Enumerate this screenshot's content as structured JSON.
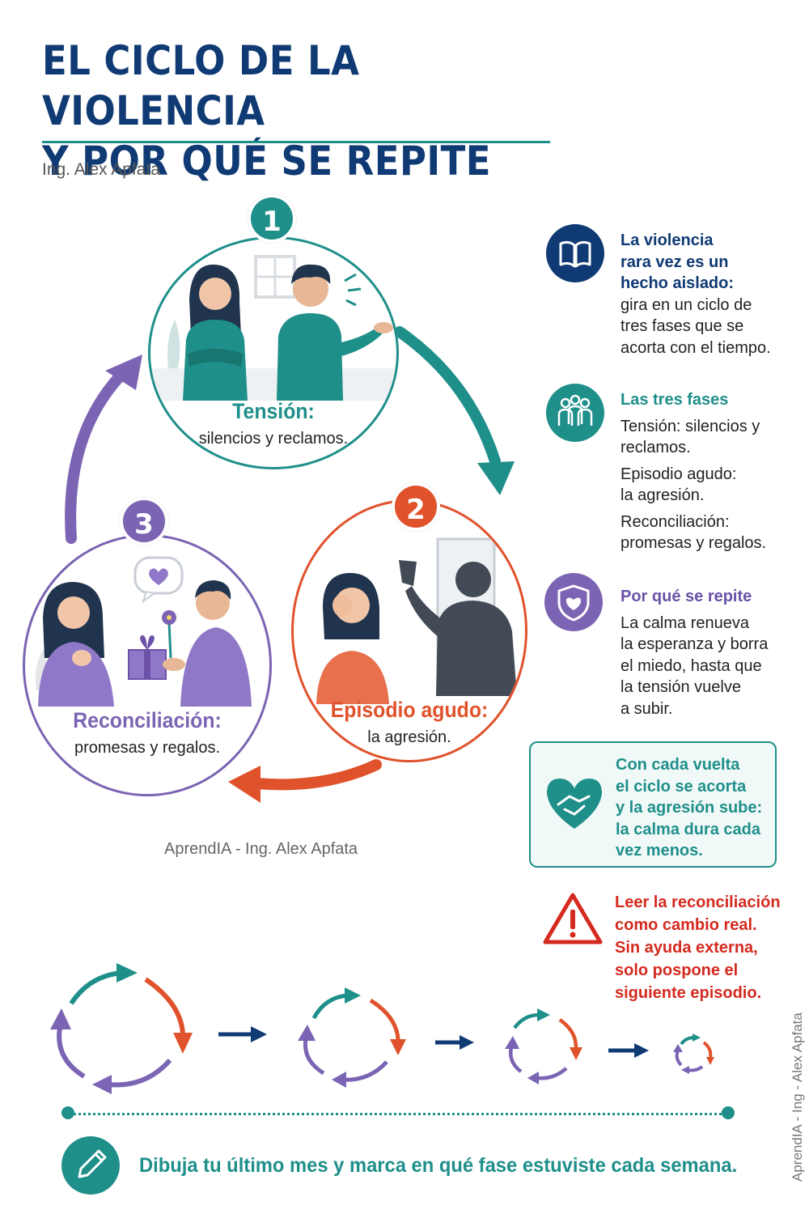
{
  "title_lines": [
    "EL CICLO DE LA VIOLENCIA",
    "Y POR QUÉ SE REPITE"
  ],
  "author": "Ing. Alex Apfata",
  "phases": [
    {
      "number": "1",
      "name": "Tensión:",
      "desc": "silencios y reclamos."
    },
    {
      "number": "2",
      "name": "Episodio agudo:",
      "desc": "la agresión."
    },
    {
      "number": "3",
      "name": "Reconciliación:",
      "desc": "promesas y regalos."
    }
  ],
  "info": [
    {
      "icon": "book-icon",
      "head_lines": [
        "La violencia",
        "rara vez es un",
        "hecho aislado:"
      ],
      "body_lines": [
        "gira en un ciclo de",
        "tres fases que se",
        "acorta con el tiempo."
      ]
    },
    {
      "icon": "people-icon",
      "head_lines": [
        "Las tres fases"
      ],
      "paragraphs": [
        [
          "Tensión: silencios y",
          "reclamos."
        ],
        [
          "Episodio agudo:",
          "la agresión."
        ],
        [
          "Reconciliación:",
          "promesas y regalos."
        ]
      ]
    },
    {
      "icon": "heart-shield-icon",
      "head_lines": [
        "Por qué se repite"
      ],
      "body_lines": [
        "La calma renueva",
        "la esperanza y borra",
        "el miedo, hasta que",
        "la tensión vuelve",
        "a subir."
      ]
    }
  ],
  "callout": {
    "icon": "heart-handshake-icon",
    "lines": [
      "Con cada vuelta",
      "el ciclo se acorta",
      "y la agresión sube:",
      "la calma dura cada",
      "vez menos."
    ]
  },
  "warning": {
    "icon": "warning-icon",
    "lines": [
      "Leer la reconciliación",
      "como cambio real.",
      "Sin ayuda externa,",
      "solo pospone el",
      "siguiente episodio."
    ]
  },
  "watermark": "AprendIA - Ing. Alex Apfata",
  "side_watermark": "AprendIA - Ing - Alex Apfata",
  "tip": {
    "icon": "pencil-icon",
    "text": "Dibuja tu último mes y marca en qué fase estuviste cada semana."
  },
  "colors": {
    "navy": "#0f3a73",
    "teal": "#1f8f8a",
    "orange": "#e0522c",
    "purple": "#7b64b3",
    "red": "#d42a1f"
  }
}
